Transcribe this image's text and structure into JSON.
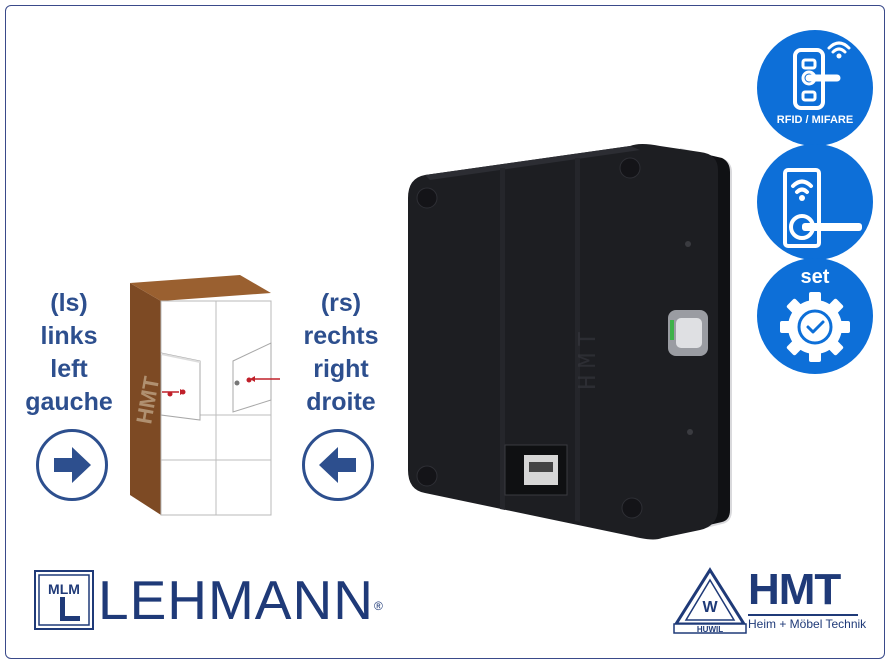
{
  "left_side": {
    "lines": [
      "(ls)",
      "links",
      "left",
      "gauche"
    ],
    "arrow_direction": "right",
    "arrow_icon": "arrow-right-icon"
  },
  "right_side": {
    "lines": [
      "(rs)",
      "rechts",
      "right",
      "droite"
    ],
    "arrow_direction": "left",
    "arrow_icon": "arrow-left-icon"
  },
  "cabinet_watermark": "HMT",
  "badges": [
    {
      "label": "RFID / MIFARE",
      "icon": "rfid-lock-icon"
    },
    {
      "label": "",
      "icon": "wireless-door-handle-icon"
    },
    {
      "label": "set",
      "icon": "gear-check-icon"
    }
  ],
  "brand_left": {
    "name": "LEHMANN",
    "mark": "®",
    "logo_text": "MLM"
  },
  "brand_right": {
    "name": "HMT",
    "subtitle": "Heim + Möbel Technik",
    "logo_text": "HUWIL",
    "logo_letter": "W"
  },
  "colors": {
    "text_blue": "#2d4f8e",
    "badge_blue": "#0d6fd8",
    "brand_navy": "#1f3a78",
    "frame": "#3a4a8a"
  }
}
